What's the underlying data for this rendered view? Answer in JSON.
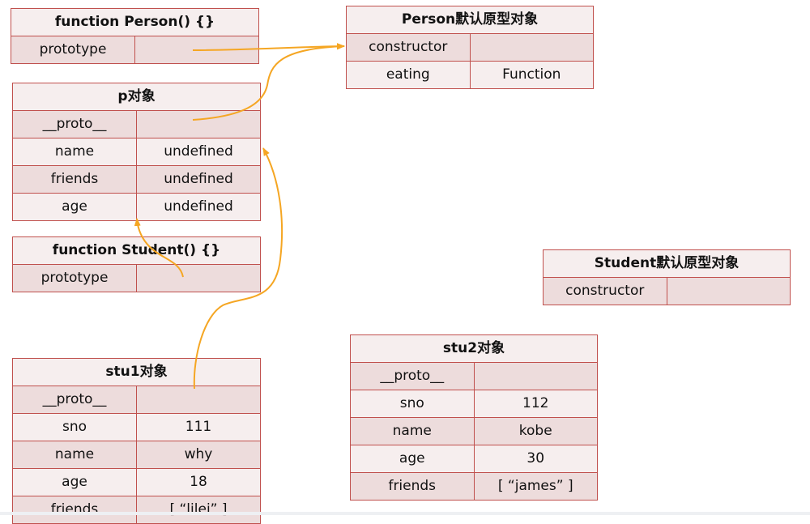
{
  "colors": {
    "border": "#c0504d",
    "title_bg": "#f6eeee",
    "row_dark": "#eddcdc",
    "row_light": "#f6eeee",
    "arrow": "#f5a623"
  },
  "person_fn": {
    "title": "function Person() {}",
    "rows": [
      [
        "prototype",
        ""
      ]
    ]
  },
  "person_proto": {
    "title": "Person默认原型对象",
    "rows": [
      [
        "constructor",
        ""
      ],
      [
        "eating",
        "Function"
      ]
    ]
  },
  "p_obj": {
    "title": "p对象",
    "rows": [
      [
        "__proto__",
        ""
      ],
      [
        "name",
        "undefined"
      ],
      [
        "friends",
        "undefined"
      ],
      [
        "age",
        "undefined"
      ]
    ]
  },
  "student_fn": {
    "title": "function Student() {}",
    "rows": [
      [
        "prototype",
        ""
      ]
    ]
  },
  "student_proto": {
    "title": "Student默认原型对象",
    "rows": [
      [
        "constructor",
        ""
      ]
    ]
  },
  "stu1": {
    "title": "stu1对象",
    "rows": [
      [
        "__proto__",
        ""
      ],
      [
        "sno",
        "111"
      ],
      [
        "name",
        "why"
      ],
      [
        "age",
        "18"
      ],
      [
        "friends",
        "[ “lilei” ]"
      ]
    ]
  },
  "stu2": {
    "title": "stu2对象",
    "rows": [
      [
        "__proto__",
        ""
      ],
      [
        "sno",
        "112"
      ],
      [
        "name",
        "kobe"
      ],
      [
        "age",
        "30"
      ],
      [
        "friends",
        "[ “james” ]"
      ]
    ]
  }
}
